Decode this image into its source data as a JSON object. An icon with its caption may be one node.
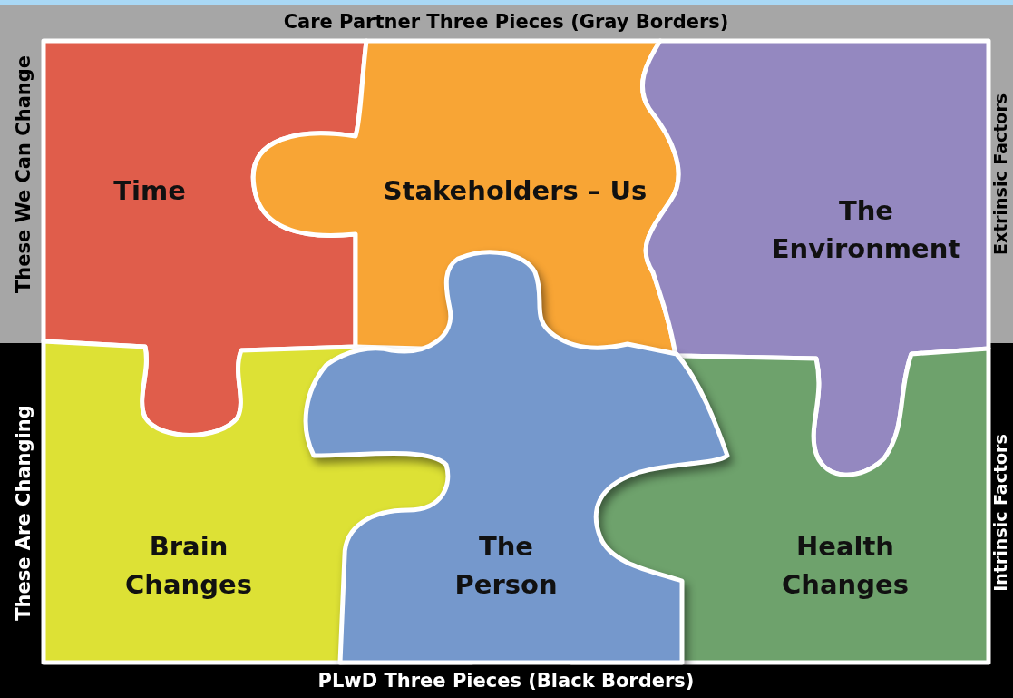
{
  "diagram": {
    "nodes": [
      {
        "text": [
          "Time"
        ]
      },
      {
        "text": [
          "Stakeholders – Us"
        ]
      },
      {
        "text": [
          "The Environment"
        ]
      },
      {
        "text": [
          "Brain Changes"
        ]
      },
      {
        "text": [
          "Health Changes"
        ]
      },
      {
        "text": [
          "The Person"
        ]
      }
    ],
    "labels": [
      "Care Partner Three Pieces (Gray Borders)",
      "These We Can Change",
      "Extrinsic Factors",
      "These Are Changing",
      "Intrinsic Factors",
      "PLwD Three Pieces (Black Borders)"
    ]
  }
}
